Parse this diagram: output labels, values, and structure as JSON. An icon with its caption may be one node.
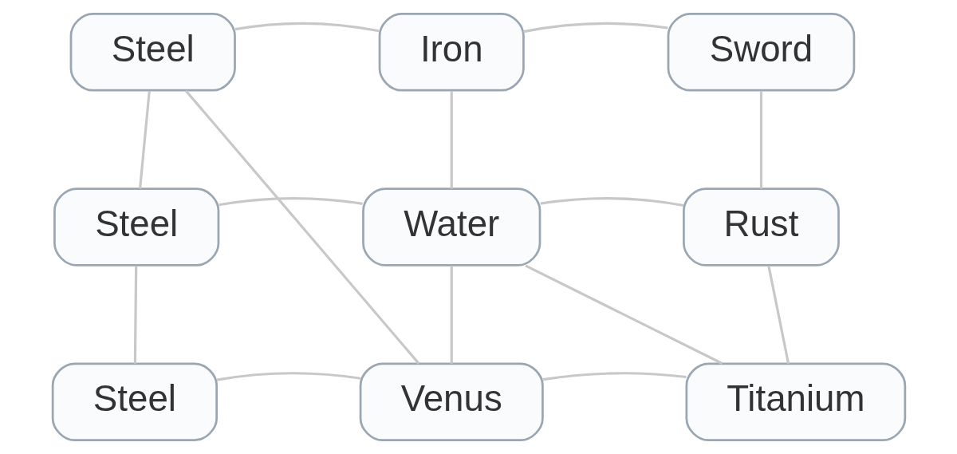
{
  "diagram": {
    "nodes": [
      {
        "text": [
          "Steel"
        ]
      },
      {
        "text": [
          "Iron"
        ]
      },
      {
        "text": [
          "Sword"
        ]
      },
      {
        "text": [
          "Steel"
        ]
      },
      {
        "text": [
          "Water"
        ]
      },
      {
        "text": [
          "Rust"
        ]
      },
      {
        "text": [
          "Steel"
        ]
      },
      {
        "text": [
          "Venus"
        ]
      },
      {
        "text": [
          "Titanium"
        ]
      }
    ],
    "edges": [
      {
        "from": 0,
        "to": 1,
        "arrow": "none"
      },
      {
        "from": 1,
        "to": 2,
        "arrow": "none"
      },
      {
        "from": 0,
        "to": 3,
        "arrow": "none"
      },
      {
        "from": 1,
        "to": 4,
        "arrow": "none"
      },
      {
        "from": 2,
        "to": 5,
        "arrow": "none"
      },
      {
        "from": 3,
        "to": 4,
        "arrow": "none"
      },
      {
        "from": 4,
        "to": 5,
        "arrow": "none"
      },
      {
        "from": 3,
        "to": 6,
        "arrow": "none"
      },
      {
        "from": 4,
        "to": 7,
        "arrow": "none"
      },
      {
        "from": 5,
        "to": 8,
        "arrow": "none"
      },
      {
        "from": 6,
        "to": 7,
        "arrow": "none"
      },
      {
        "from": 7,
        "to": 8,
        "arrow": "none"
      },
      {
        "from": 0,
        "to": 7,
        "arrow": "none"
      },
      {
        "from": 4,
        "to": 8,
        "arrow": "none"
      }
    ]
  }
}
